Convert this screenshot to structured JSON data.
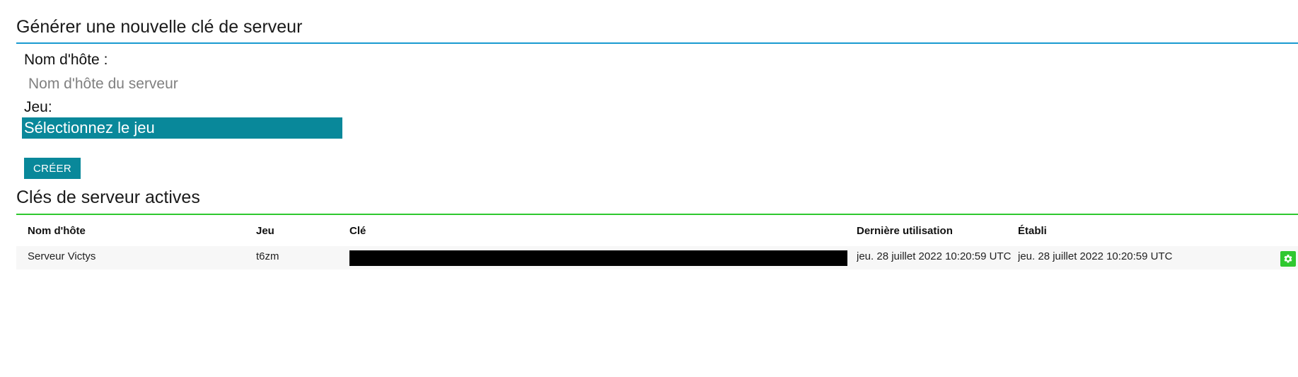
{
  "generate": {
    "title": "Générer une nouvelle clé de serveur",
    "hostname_label": "Nom d'hôte :",
    "hostname_placeholder": "Nom d'hôte du serveur",
    "hostname_value": "",
    "game_label": "Jeu:",
    "game_select_value": "Sélectionnez le jeu",
    "create_label": "CRÉER"
  },
  "active": {
    "title": "Clés de serveur actives",
    "columns": {
      "hostname": "Nom d'hôte",
      "game": "Jeu",
      "key": "Clé",
      "last_used": "Dernière utilisation",
      "established": "Établi"
    },
    "rows": [
      {
        "hostname": "Serveur Victys",
        "game": "t6zm",
        "key_hidden": true,
        "last_used": "jeu. 28 juillet 2022 10:20:59 UTC",
        "established": "jeu. 28 juillet 2022 10:20:59 UTC"
      }
    ]
  },
  "icons": {
    "settings": "gear-icon"
  },
  "colors": {
    "primary": "#09889a",
    "rule_blue": "#1a9ad0",
    "rule_green": "#2fc82f",
    "settings_button": "#2fc82f",
    "row_background": "#f7f7f7"
  }
}
